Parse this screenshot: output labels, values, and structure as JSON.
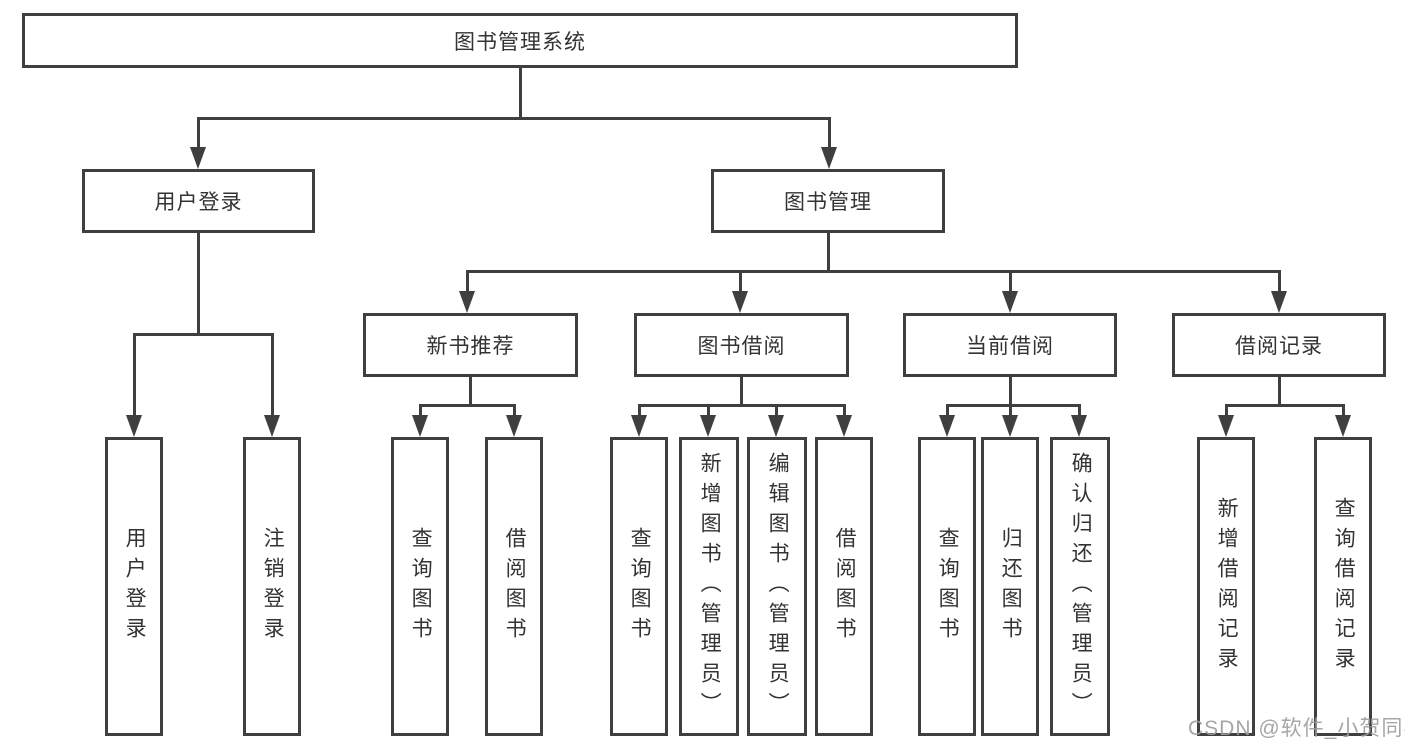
{
  "diagram": {
    "tree": {
      "label": "图书管理系统",
      "children": [
        {
          "label": "用户登录",
          "children": [
            {
              "label": "用户登录"
            },
            {
              "label": "注销登录"
            }
          ]
        },
        {
          "label": "图书管理",
          "children": [
            {
              "label": "新书推荐",
              "children": [
                {
                  "label": "查询图书"
                },
                {
                  "label": "借阅图书"
                }
              ]
            },
            {
              "label": "图书借阅",
              "children": [
                {
                  "label": "查询图书"
                },
                {
                  "label": "新增图书（管理员）"
                },
                {
                  "label": "编辑图书（管理员）"
                },
                {
                  "label": "借阅图书"
                }
              ]
            },
            {
              "label": "当前借阅",
              "children": [
                {
                  "label": "查询图书"
                },
                {
                  "label": "归还图书"
                },
                {
                  "label": "确认归还（管理员）"
                }
              ]
            },
            {
              "label": "借阅记录",
              "children": [
                {
                  "label": "新增借阅记录"
                },
                {
                  "label": "查询借阅记录"
                }
              ]
            }
          ]
        }
      ]
    },
    "watermark": "CSDN @软件_小贺同学",
    "colors": {
      "line": "#3f3f3f",
      "text": "#333333",
      "watermark": "#9e9e9e",
      "background": "#ffffff"
    }
  }
}
